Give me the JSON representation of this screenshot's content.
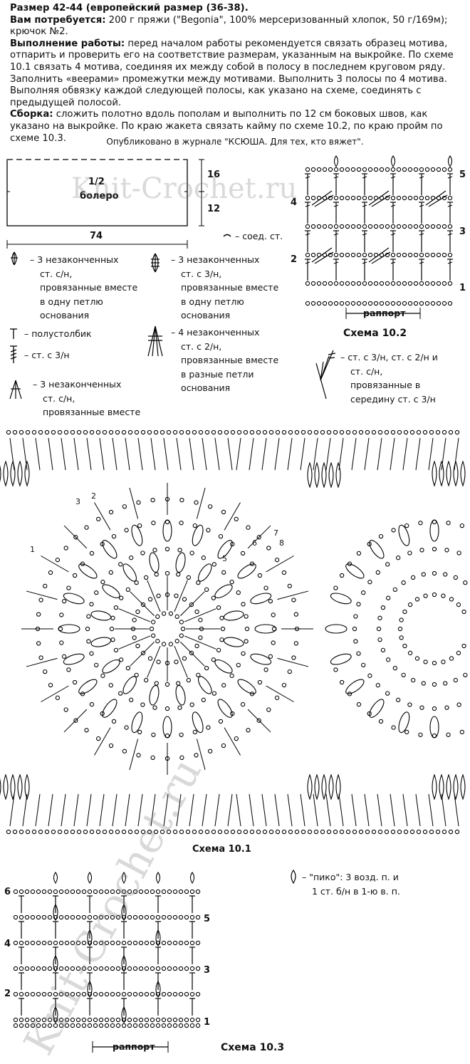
{
  "intro": {
    "size_line": "Размер 42-44 (европейский размер (36-38).",
    "need_label": "Вам потребуется:",
    "need_text": " 200 г пряжи (\"Begonia\", 100% мерсеризованный хлопок, 50 г/169м); крючок №2.",
    "work_label": "Выполнение работы:",
    "work_text": " перед началом работы рекомендуется связать образец мотива, отпарить и проверить его на соответствие размерам, указанным на выкройке. По схеме 10.1 связать 4 мотива, соединяя их между собой в полосу в последнем круговом ряду. Заполнить «веерами» промежутки между мотивами. Выполнить 3 полосы по 4 мотива. Выполняя обвязку каждой следующей полосы, как указано на схеме, соединять с предыдущей полосой.",
    "assembly_label": "Сборка:",
    "assembly_text": " сложить полотно вдоль пополам и выполнить по 12 см боковых швов, как указано на выкройке. По краю жакета связать кайму по схеме 10.2, по краю пройм по схеме 10.3.",
    "published": "Опубликовано в журнале \"КСЮША. Для тех, кто вяжет\"."
  },
  "pattern": {
    "label_line1": "1/2",
    "label_line2": "болеро",
    "dim_top": "16",
    "dim_bottom": "12",
    "dim_width": "74"
  },
  "legend": {
    "sl_st": "– соед. ст.",
    "dc3tog_one": [
      "– 3 незаконченных",
      "ст. с/н,",
      "провязанные вместе",
      "в одну петлю",
      "основания"
    ],
    "tr3tog_one": [
      "– 3 незаконченных",
      "ст. с 3/н,",
      "провязанные вместе",
      "в одну петлю",
      "основания"
    ],
    "hdc": "– полустолбик",
    "tr": "– ст. с 3/н",
    "dtr4tog": [
      "– 4 незаконченных",
      "ст. с 2/н,",
      "провязанные вместе",
      "в разные петли",
      "основания"
    ],
    "dc3tog": [
      "– 3 незаконченных",
      "ст. с/н,",
      "провязанные вместе"
    ],
    "fan": [
      "– ст. с 3/н, ст. с 2/н и",
      "ст. с/н,",
      "провязанные в",
      "середину ст. с 3/н"
    ],
    "picot": [
      "– \"пико\": 3 возд. п. и",
      "1 ст. б/н в 1-ю в. п."
    ]
  },
  "charts": {
    "c102": {
      "caption": "Схема 10.2",
      "rapport": "раппорт",
      "rows_left": [
        "4",
        "2"
      ],
      "rows_right": [
        "5",
        "3",
        "1"
      ]
    },
    "c101": {
      "caption": "Схема 10.1",
      "rounds": [
        "1",
        "2",
        "3",
        "5",
        "6",
        "7",
        "8"
      ]
    },
    "c103": {
      "caption": "Схема 10.3",
      "rapport": "раппорт",
      "rows_left": [
        "6",
        "4",
        "2"
      ],
      "rows_right": [
        "5",
        "3",
        "1"
      ]
    }
  },
  "watermark": "Knit-Crochet.ru"
}
